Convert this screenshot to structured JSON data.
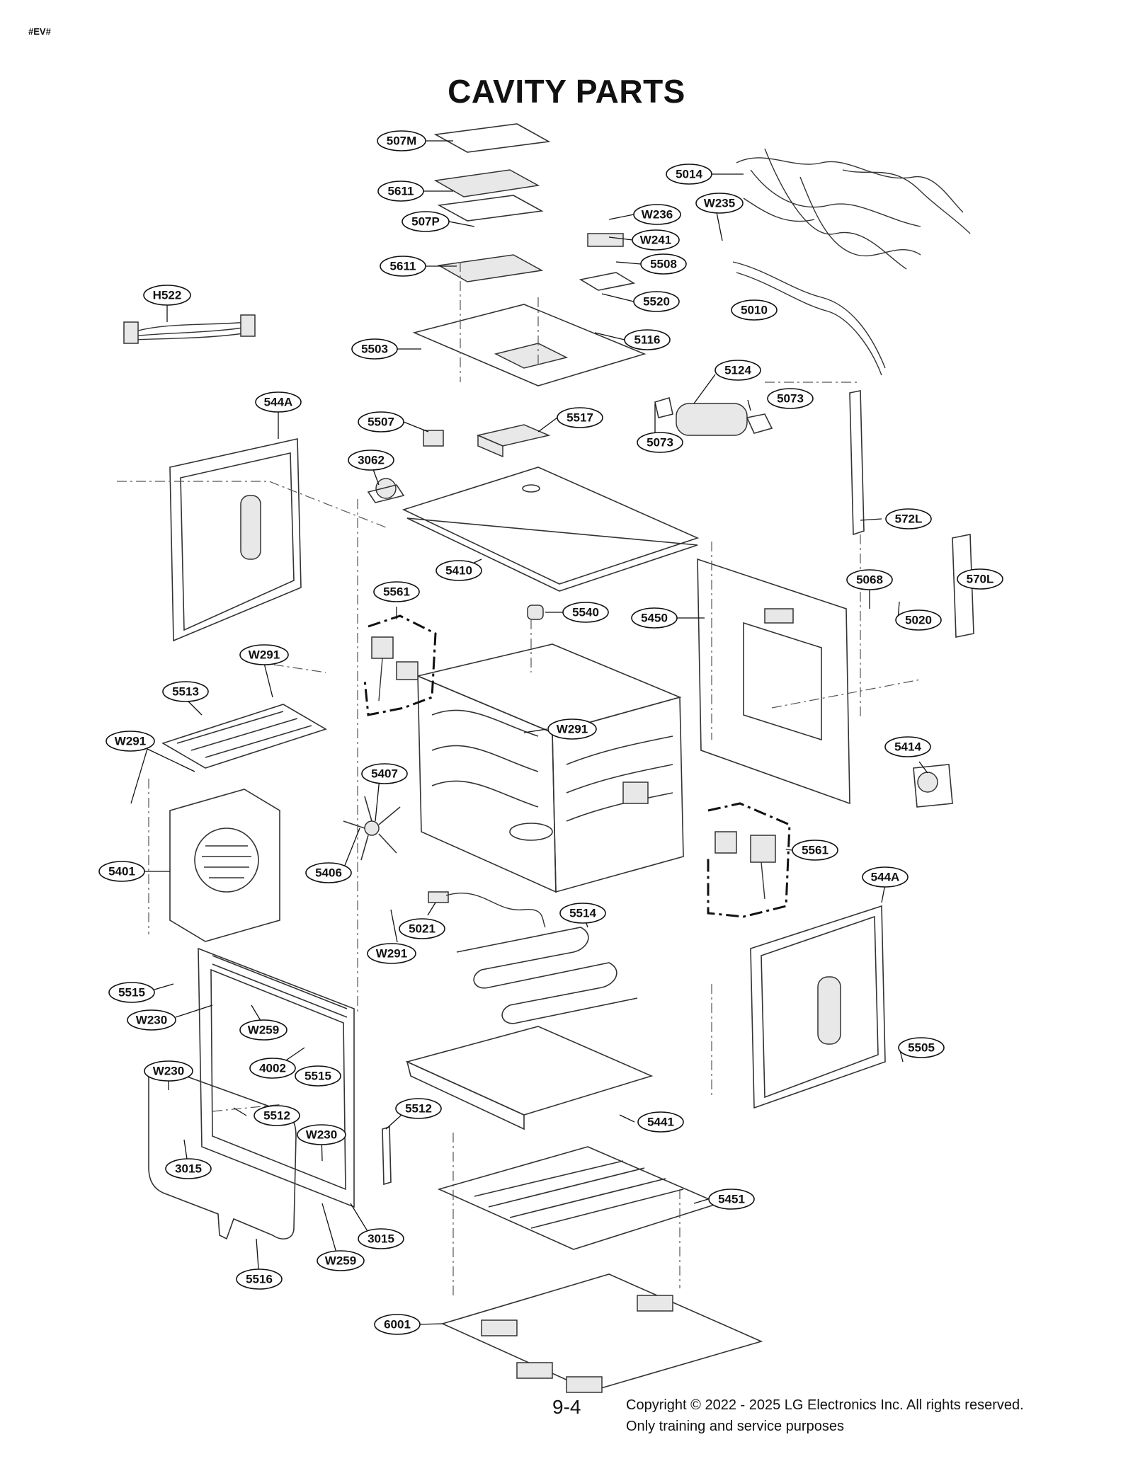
{
  "header": {
    "tag": "#EV#",
    "title": "CAVITY PARTS"
  },
  "footer": {
    "page": "9-4",
    "copyright_line1": "Copyright © 2022 - 2025 LG Electronics Inc. All rights reserved.",
    "copyright_line2": "Only training and service purposes"
  },
  "callouts": [
    {
      "id": "507M"
    },
    {
      "id": "5611"
    },
    {
      "id": "507P"
    },
    {
      "id": "5611"
    },
    {
      "id": "5014"
    },
    {
      "id": "W235"
    },
    {
      "id": "W236"
    },
    {
      "id": "W241"
    },
    {
      "id": "5508"
    },
    {
      "id": "5520"
    },
    {
      "id": "5010"
    },
    {
      "id": "H522"
    },
    {
      "id": "5503"
    },
    {
      "id": "5116"
    },
    {
      "id": "5124"
    },
    {
      "id": "544A"
    },
    {
      "id": "5507"
    },
    {
      "id": "5517"
    },
    {
      "id": "5073"
    },
    {
      "id": "5073"
    },
    {
      "id": "3062"
    },
    {
      "id": "572L"
    },
    {
      "id": "5410"
    },
    {
      "id": "5068"
    },
    {
      "id": "570L"
    },
    {
      "id": "5561"
    },
    {
      "id": "5540"
    },
    {
      "id": "5450"
    },
    {
      "id": "5020"
    },
    {
      "id": "W291"
    },
    {
      "id": "5513"
    },
    {
      "id": "W291"
    },
    {
      "id": "W291"
    },
    {
      "id": "5414"
    },
    {
      "id": "5407"
    },
    {
      "id": "5561"
    },
    {
      "id": "5401"
    },
    {
      "id": "5406"
    },
    {
      "id": "544A"
    },
    {
      "id": "5021"
    },
    {
      "id": "5514"
    },
    {
      "id": "W291"
    },
    {
      "id": "5515"
    },
    {
      "id": "W230"
    },
    {
      "id": "W259"
    },
    {
      "id": "4002"
    },
    {
      "id": "5515"
    },
    {
      "id": "5505"
    },
    {
      "id": "W230"
    },
    {
      "id": "5512"
    },
    {
      "id": "5512"
    },
    {
      "id": "5441"
    },
    {
      "id": "W230"
    },
    {
      "id": "3015"
    },
    {
      "id": "5451"
    },
    {
      "id": "3015"
    },
    {
      "id": "W259"
    },
    {
      "id": "5516"
    },
    {
      "id": "6001"
    }
  ]
}
